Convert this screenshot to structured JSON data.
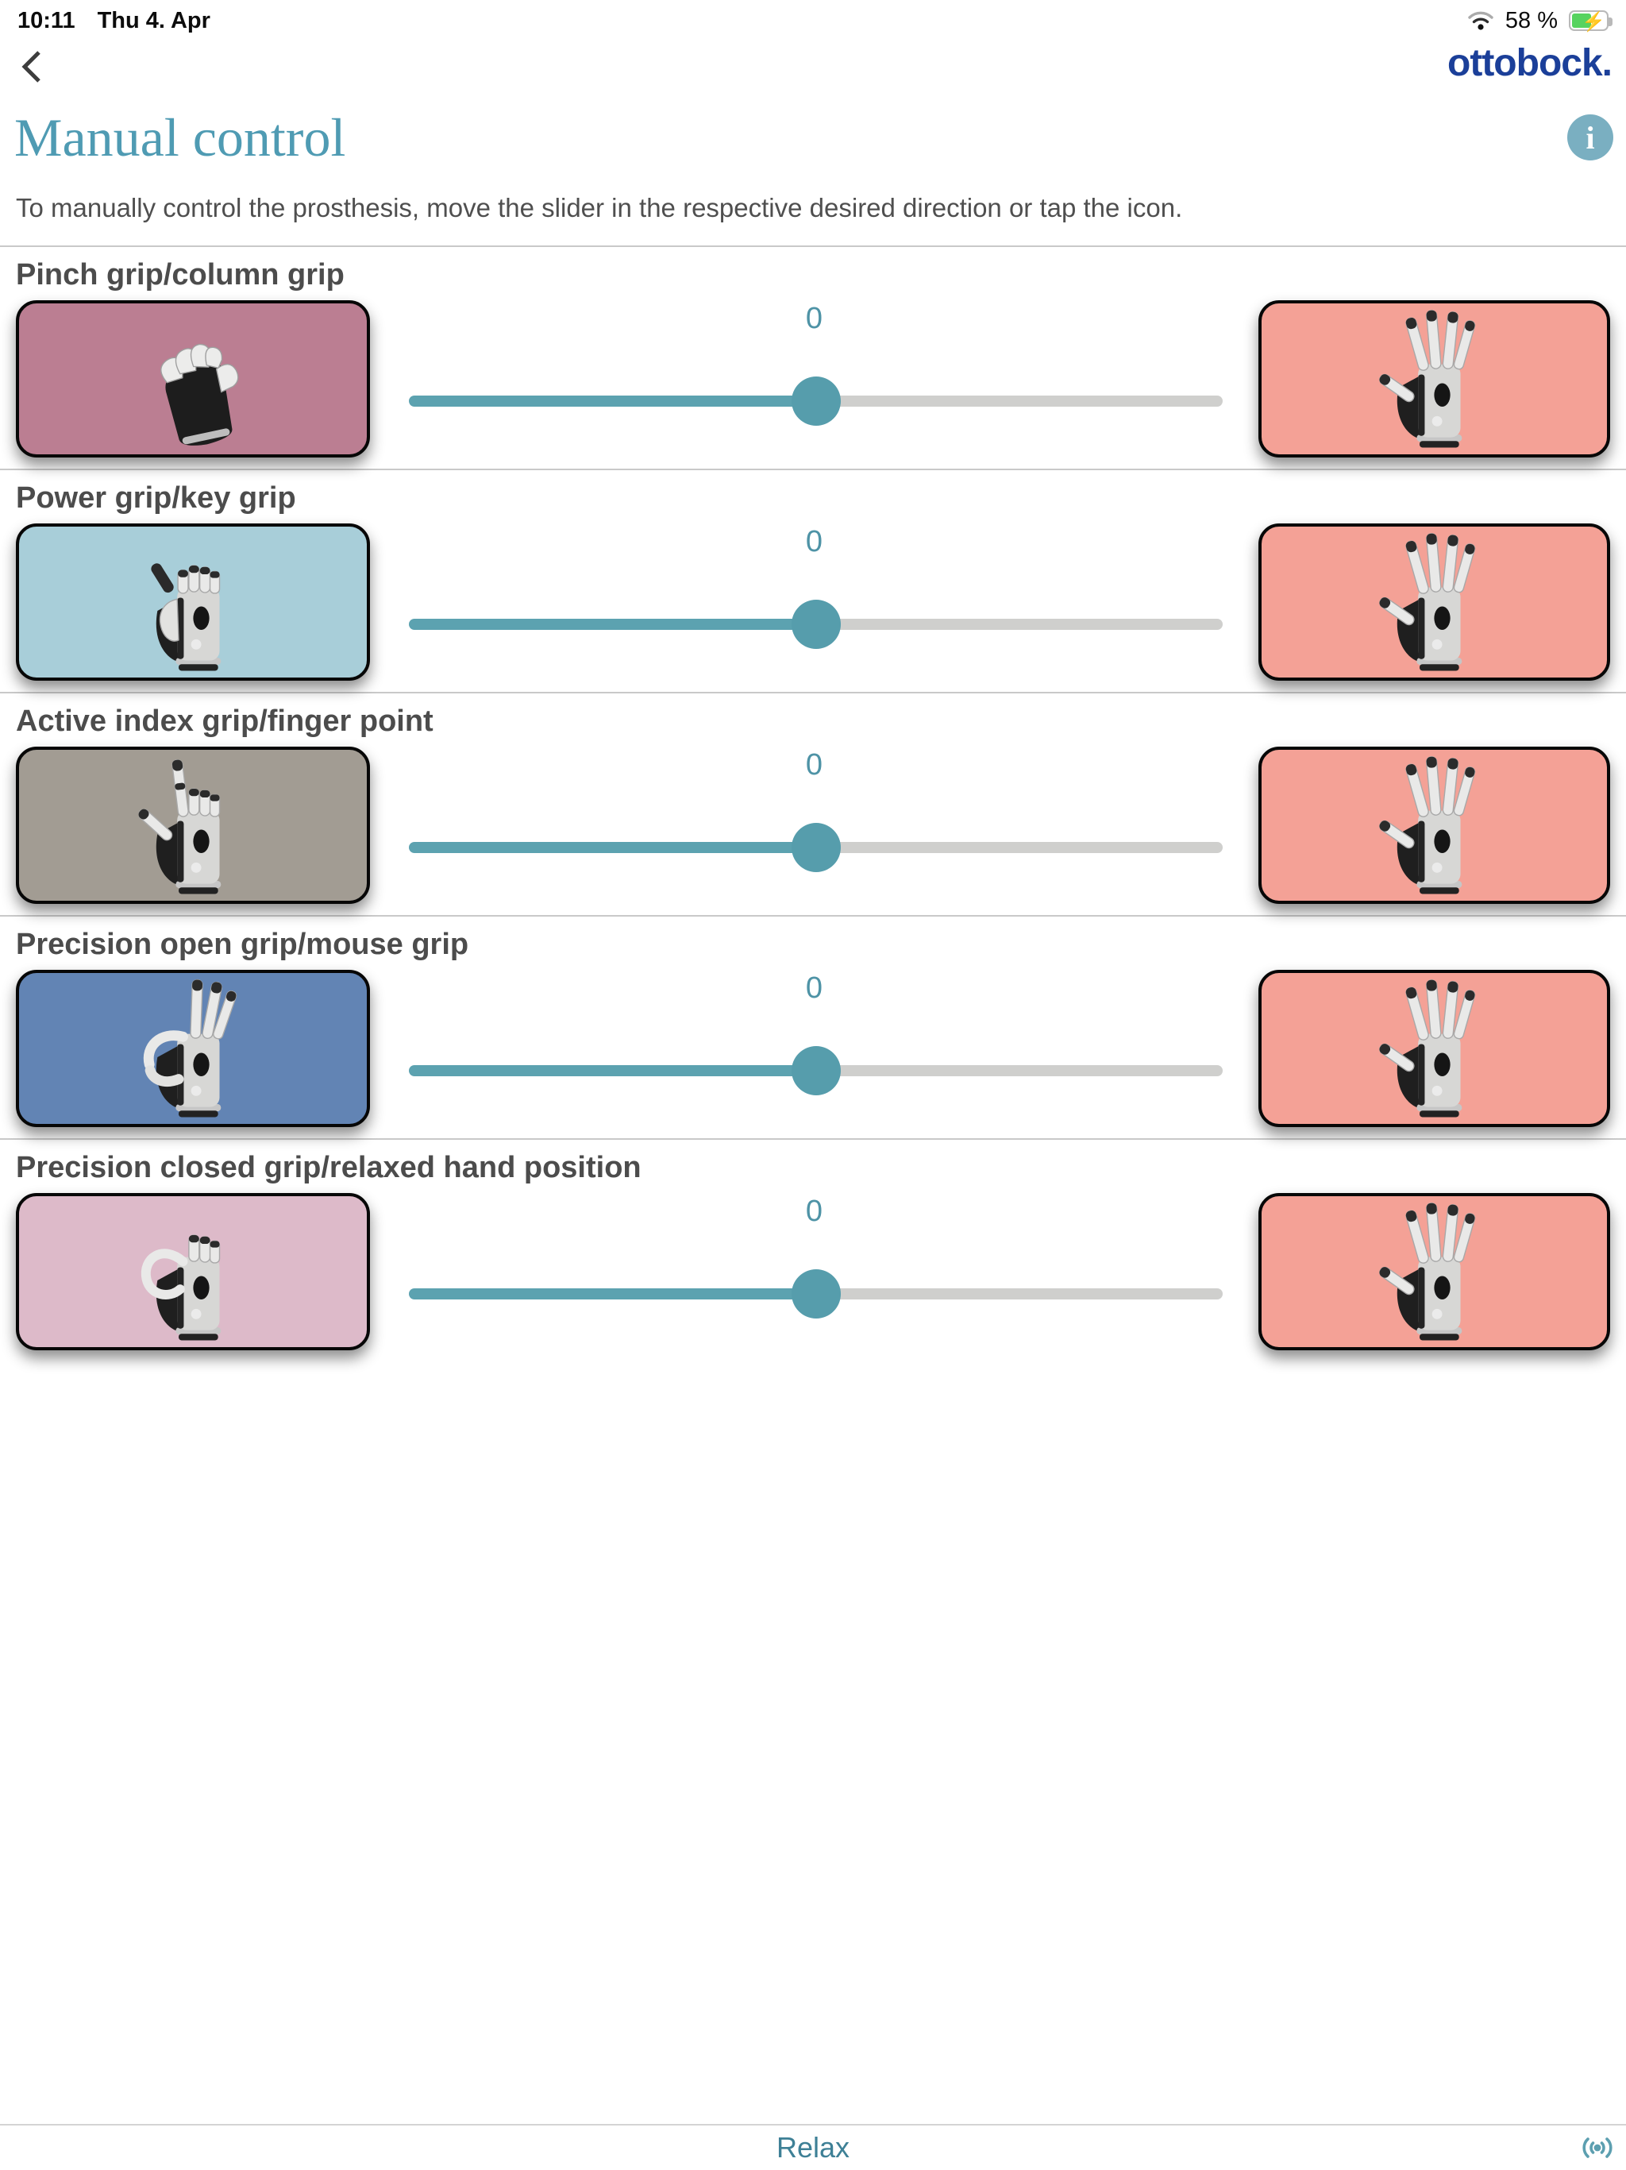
{
  "status_bar": {
    "time": "10:11",
    "date": "Thu 4. Apr",
    "battery_percent": "58 %"
  },
  "nav": {
    "logo": "ottobock."
  },
  "page": {
    "title": "Manual control",
    "info_glyph": "i",
    "instruction": "To manually control the prosthesis, move the slider in the respective desired direction or tap the icon."
  },
  "colors": {
    "accent_teal": "#5ca2b0",
    "title_teal": "#4f9bb3",
    "logo_navy": "#1b3f99",
    "open_hand_salmon": "#f4a196"
  },
  "sections": [
    {
      "label": "Pinch grip/column grip",
      "value": "0",
      "slider_percent": 50,
      "left_color": "#bb7e92",
      "right_color": "#f4a196"
    },
    {
      "label": "Power grip/key grip",
      "value": "0",
      "slider_percent": 50,
      "left_color": "#a8ced9",
      "right_color": "#f4a196"
    },
    {
      "label": "Active index grip/finger point",
      "value": "0",
      "slider_percent": 50,
      "left_color": "#a29c93",
      "right_color": "#f4a196"
    },
    {
      "label": "Precision open grip/mouse grip",
      "value": "0",
      "slider_percent": 50,
      "left_color": "#6284b4",
      "right_color": "#f4a196"
    },
    {
      "label": "Precision closed grip/relaxed hand position",
      "value": "0",
      "slider_percent": 50,
      "left_color": "#ddbac9",
      "right_color": "#f4a196"
    }
  ],
  "footer": {
    "relax_label": "Relax"
  }
}
